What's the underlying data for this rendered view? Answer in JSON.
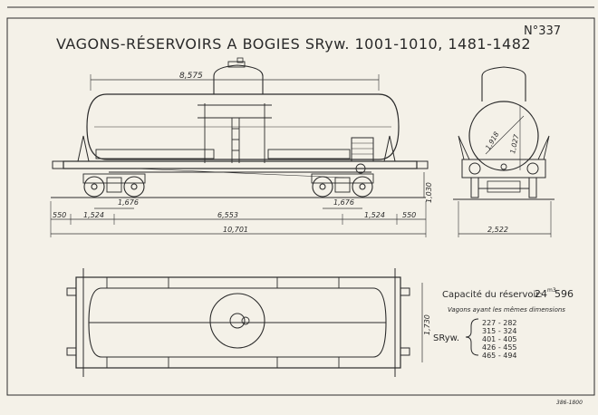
{
  "title": "VAGONS-RÉSERVOIRS  A BOGIES  SRyw. 1001-1010, 1481-1482",
  "plate_number": "N°337",
  "side_view_dims": {
    "tank_length": "8,575",
    "bogie_pitch_left": "1,676",
    "bogie_pitch_right": "1,676",
    "overhang_left": "550",
    "offset_left": "1,524",
    "centers": "6,553",
    "offset_right": "1,524",
    "overhang_right": "550",
    "total_length": "10,701",
    "height": "1,030"
  },
  "end_view_dims": {
    "diameter": "1,918",
    "tank_height": "1,027",
    "width": "2,522"
  },
  "plan_view_dims": {
    "width": "1,730"
  },
  "capacity": {
    "label": "Capacité du réservoir:",
    "value": "24",
    "unit": "m3",
    "decimal": "596"
  },
  "same_dims": {
    "label": "Vagons ayant les mêmes dimensions",
    "railway": "SRyw.",
    "ranges": [
      "227 - 282",
      "315 - 324",
      "401 - 405",
      "426 - 455",
      "465 - 494"
    ]
  },
  "footer_mark": "386-1800"
}
